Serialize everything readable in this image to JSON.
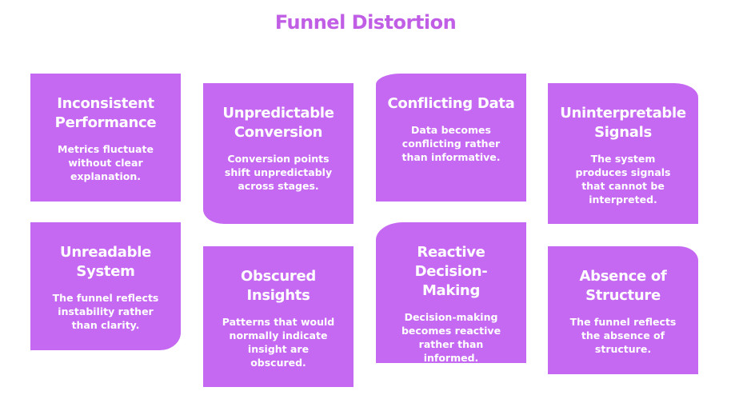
{
  "title": "Funnel Distortion",
  "cards": [
    {
      "title": "Inconsistent Performance",
      "body": "Metrics fluctuate without clear explanation."
    },
    {
      "title": "Unpredictable Conversion",
      "body": "Conversion points shift unpredictably across stages."
    },
    {
      "title": "Conflicting Data",
      "body": "Data becomes conflicting rather than informative."
    },
    {
      "title": "Uninterpretable Signals",
      "body": "The system produces signals that cannot be interpreted."
    },
    {
      "title": "Unreadable System",
      "body": "The funnel reflects instability rather than clarity."
    },
    {
      "title": "Obscured Insights",
      "body": "Patterns that would normally indicate insight are obscured."
    },
    {
      "title": "Reactive Decision-Making",
      "body": "Decision-making becomes reactive rather than informed."
    },
    {
      "title": "Absence of Structure",
      "body": "The funnel reflects the absence of structure."
    }
  ],
  "colors": {
    "title": "#c15ee6",
    "card_fill": "#c569f2",
    "card_text": "#ffffff"
  }
}
